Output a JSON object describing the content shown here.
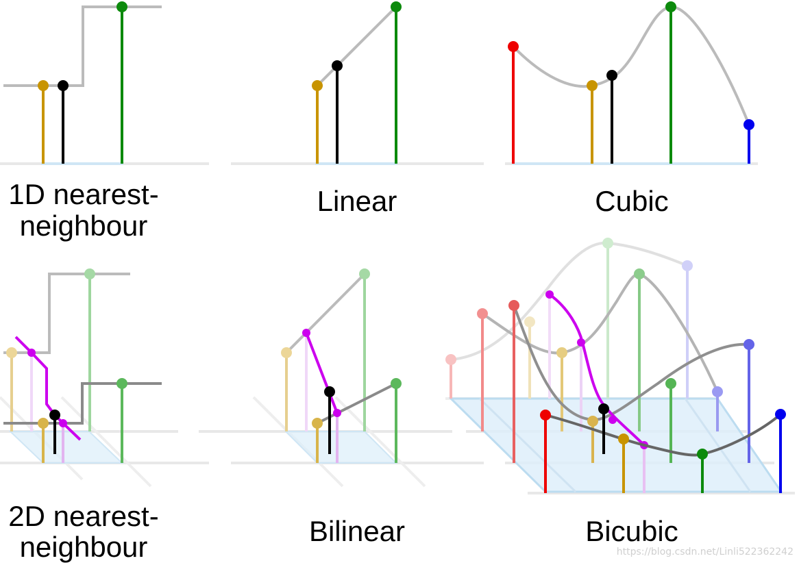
{
  "panels": {
    "nn1d": {
      "label_line1": "1D nearest-",
      "label_line2": "neighbour"
    },
    "linear": {
      "label": "Linear"
    },
    "cubic": {
      "label": "Cubic"
    },
    "nn2d": {
      "label_line1": "2D nearest-",
      "label_line2": "neighbour"
    },
    "bilinear": {
      "label": "Bilinear"
    },
    "bicubic": {
      "label": "Bicubic"
    }
  },
  "watermark": "https://blog.csdn.net/Linli522362242",
  "colors": {
    "sample_gold": "#c89400",
    "sample_green": "#0c8a0c",
    "sample_red": "#ee0000",
    "sample_blue": "#0000ee",
    "interpolated_black": "#000000",
    "intermediate_magenta": "#cc00ee",
    "curve_grey": "#bbbbbb",
    "plane_blue": "#d8ecf8"
  }
}
